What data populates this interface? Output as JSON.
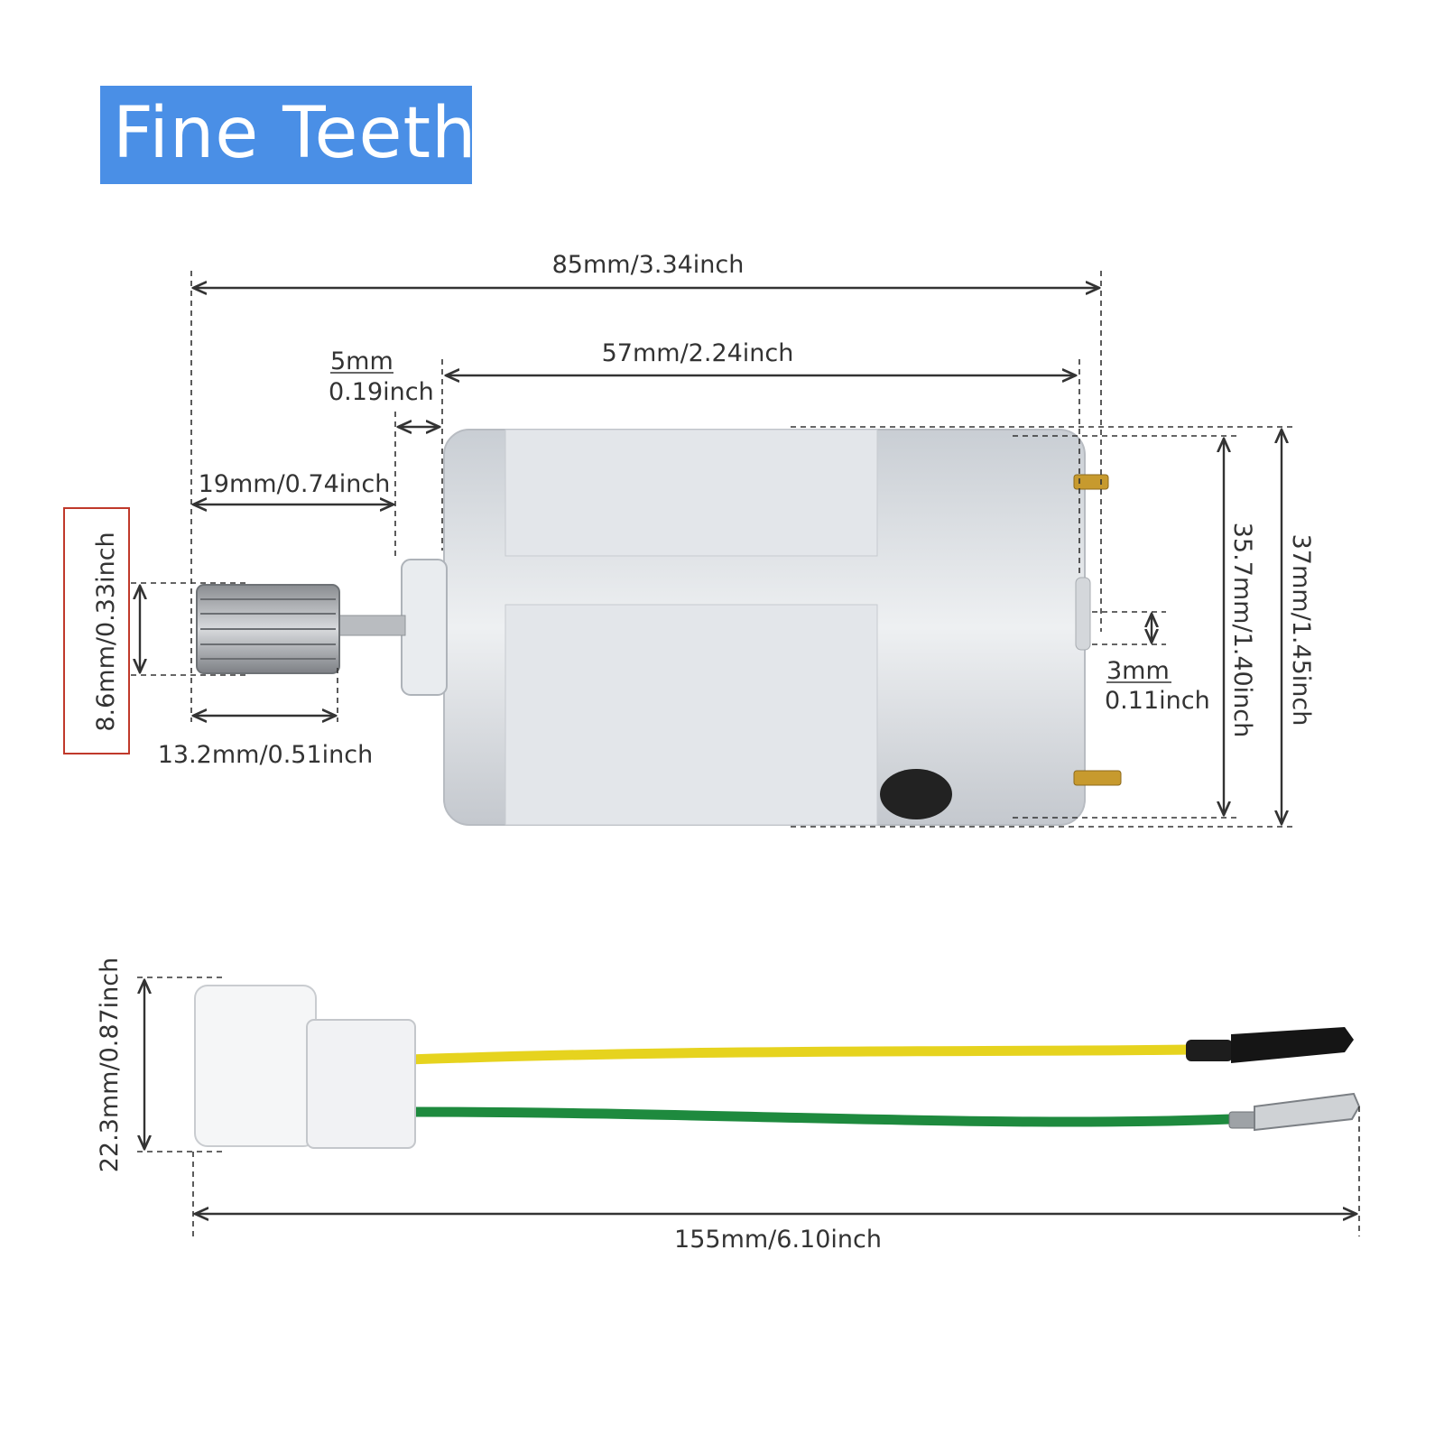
{
  "title": "Fine Teeth",
  "colors": {
    "title_badge": "#4a8fe6",
    "highlight_box": "#c0392b",
    "wire_yellow": "#e6d31e",
    "wire_green": "#1e8a3e",
    "motor_body": "#d9dde2",
    "terminal": "#c79a2e"
  },
  "motor": {
    "overall_length": "85mm/3.34inch",
    "body_length": "57mm/2.24inch",
    "boss_length_mm": "5mm",
    "boss_length_inch": "0.19inch",
    "shaft_length": "19mm/0.74inch",
    "gear_diameter": "8.6mm/0.33inch",
    "gear_length": "13.2mm/0.51inch",
    "rear_boss_mm": "3mm",
    "rear_boss_inch": "0.11inch",
    "body_height": "35.7mm/1.40inch",
    "overall_height": "37mm/1.45inch"
  },
  "harness": {
    "connector_height": "22.3mm/0.87inch",
    "total_length": "155mm/6.10inch"
  }
}
